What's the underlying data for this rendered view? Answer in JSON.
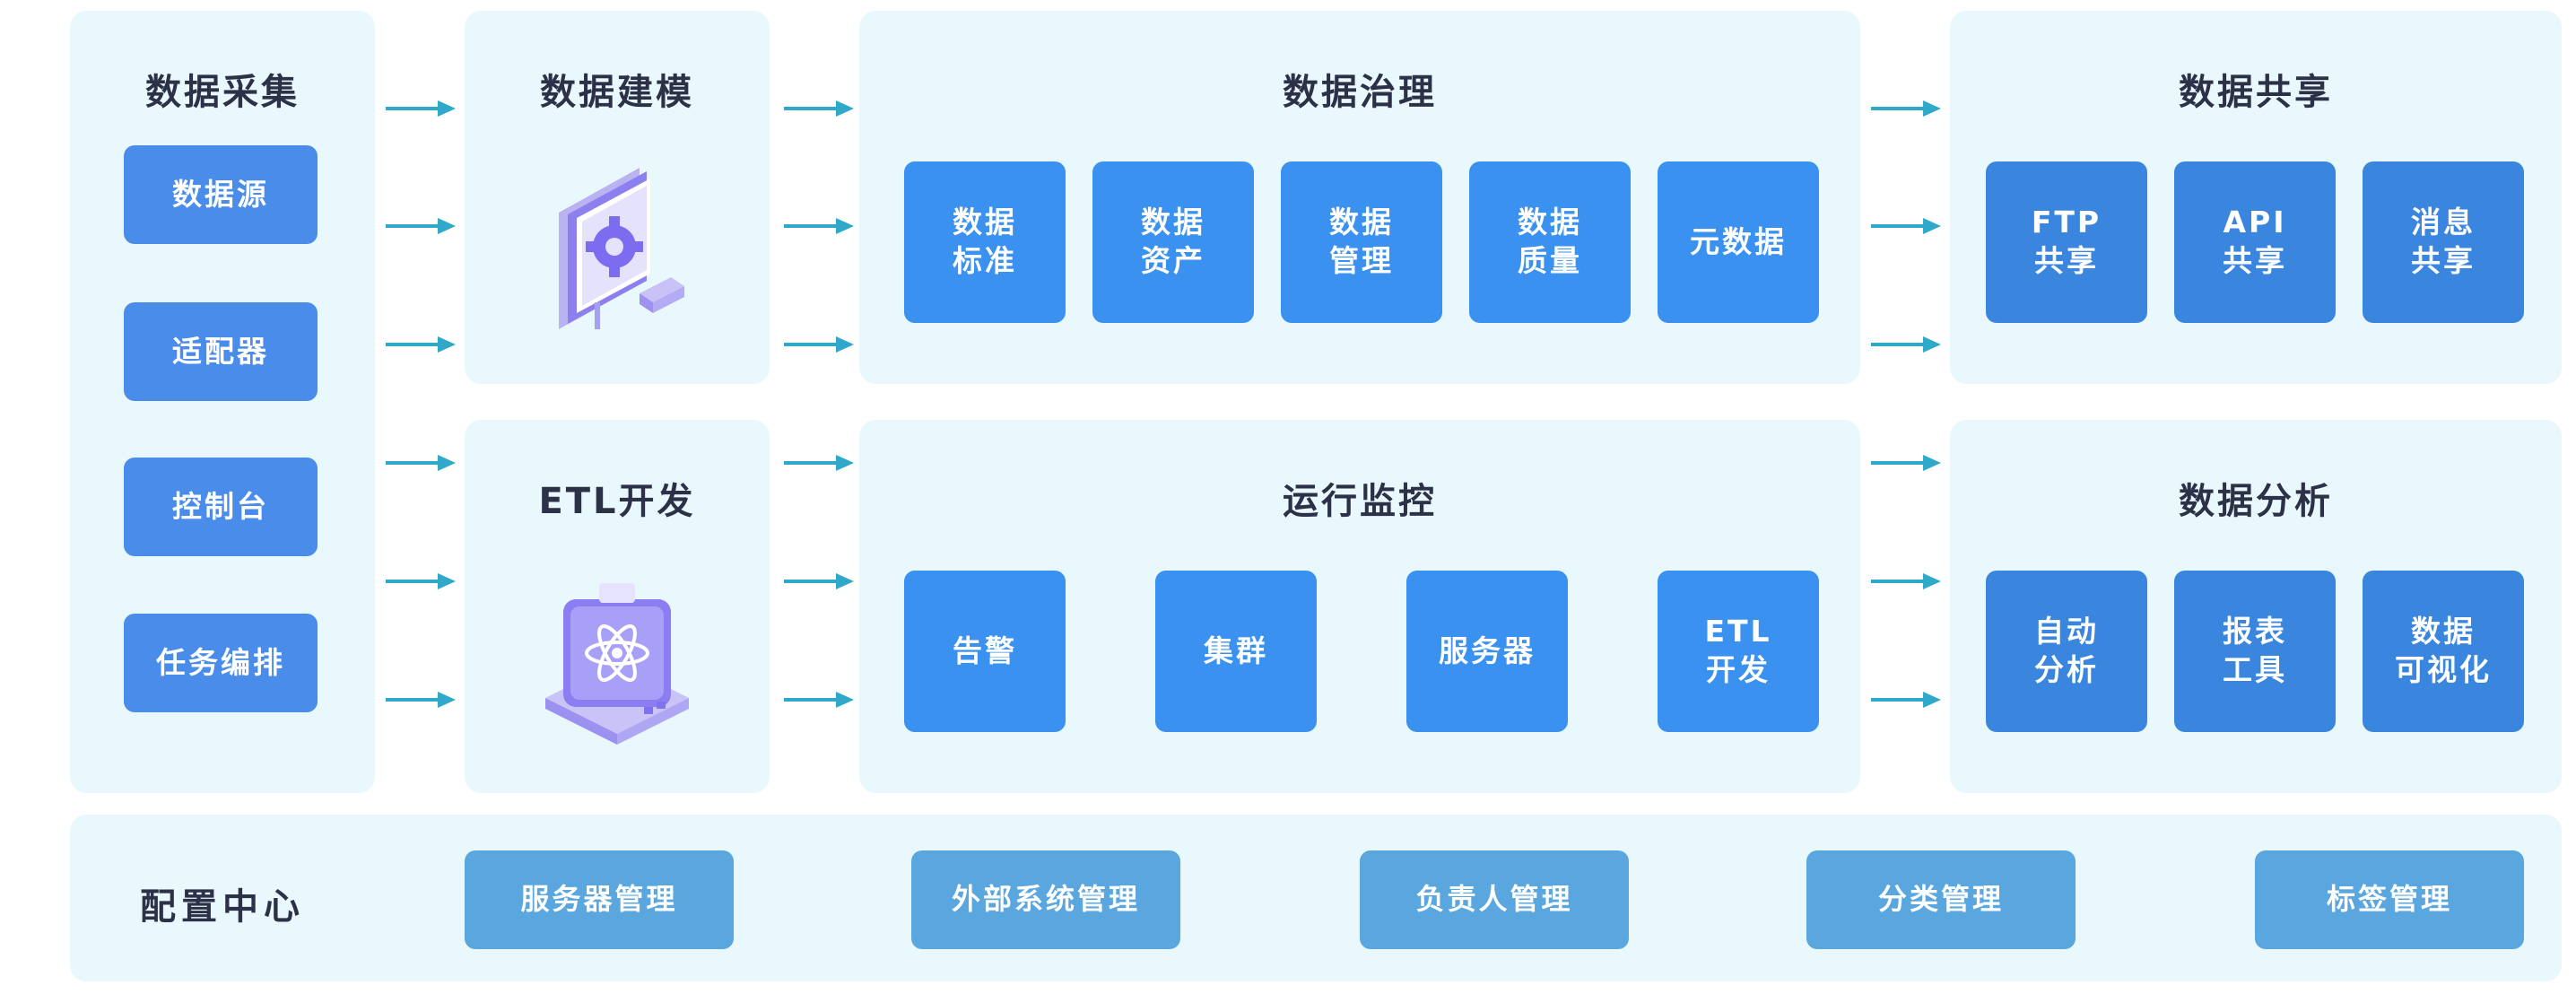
{
  "collection": {
    "title": "数据采集",
    "items": [
      "数据源",
      "适配器",
      "控制台",
      "任务编排"
    ]
  },
  "modeling": {
    "title": "数据建模",
    "icon": "gear-monitor-icon"
  },
  "etl": {
    "title": "ETL开发",
    "icon": "atom-device-icon"
  },
  "governance": {
    "title": "数据治理",
    "items": [
      "数据\n标准",
      "数据\n资产",
      "数据\n管理",
      "数据\n质量",
      "元数据"
    ]
  },
  "monitoring": {
    "title": "运行监控",
    "items": [
      "告警",
      "集群",
      "服务器",
      "ETL\n开发"
    ]
  },
  "sharing": {
    "title": "数据共享",
    "items": [
      "FTP\n共享",
      "API\n共享",
      "消息\n共享"
    ]
  },
  "analysis": {
    "title": "数据分析",
    "items": [
      "自动\n分析",
      "报表\n工具",
      "数据\n可视化"
    ]
  },
  "config": {
    "title": "配置中心",
    "items": [
      "服务器管理",
      "外部系统管理",
      "负责人管理",
      "分类管理",
      "标签管理"
    ]
  },
  "colors": {
    "panel_bg": "#e9f8fd",
    "arrow": "#2fa8c9",
    "tile_blue": "#3a91ef",
    "tile_config": "#5aa7df",
    "title_text": "#2c3148"
  }
}
